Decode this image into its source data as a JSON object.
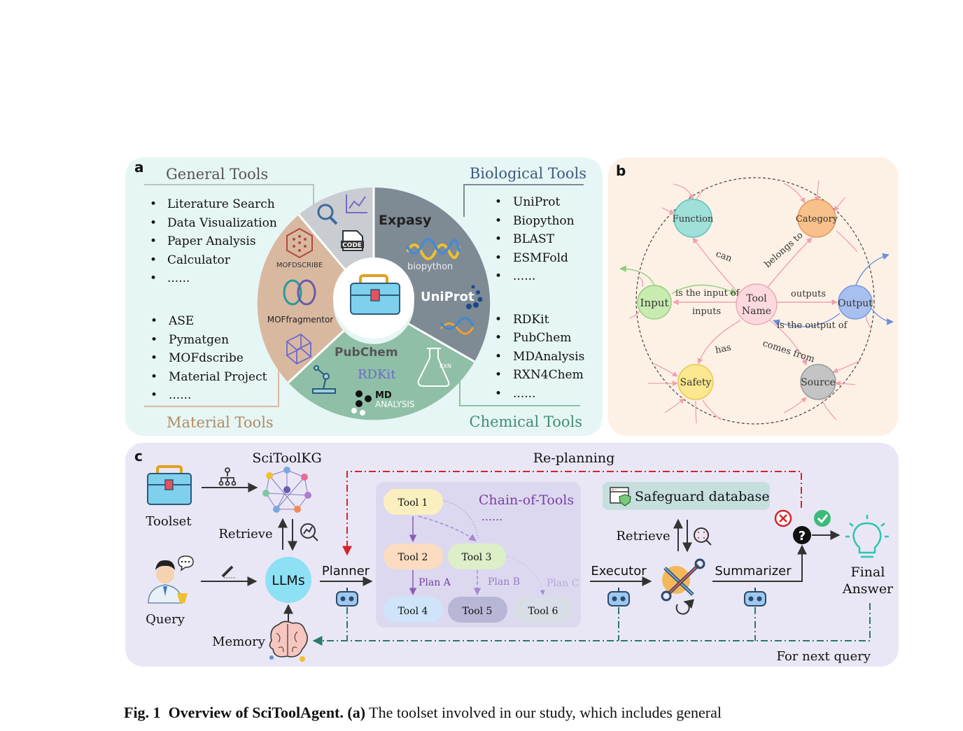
{
  "panel_a": {
    "label": "a",
    "general": {
      "title": "General Tools",
      "items": [
        "Literature Search",
        "Data Visualization",
        "Paper Analysis",
        "Calculator",
        "......"
      ]
    },
    "material": {
      "title": "Material Tools",
      "items": [
        "ASE",
        "Pymatgen",
        "MOFdscribe",
        "Material Project",
        "......"
      ]
    },
    "biological": {
      "title": "Biological Tools",
      "items": [
        "UniProt",
        "Biopython",
        "BLAST",
        "ESMFold",
        "......"
      ]
    },
    "chemical": {
      "title": "Chemical Tools",
      "items": [
        "RDKit",
        "PubChem",
        "MDAnalysis",
        "RXN4Chem",
        "......"
      ]
    },
    "logos": {
      "code": "CODE",
      "mofdscribe": "MOFDSCRIBE",
      "mofragmentor": "MOFfragmentor",
      "expasy": "Expasy",
      "biopython": "biopython",
      "uniprot": "UniProt",
      "pubchem": "PubChem",
      "rdkit": "RDKit",
      "md": "MD",
      "analysis": "ANALYSIS",
      "rxn": "RXN"
    }
  },
  "panel_b": {
    "label": "b",
    "nodes": {
      "function": "Function",
      "category": "Category",
      "input": "Input",
      "tool_name_1": "Tool",
      "tool_name_2": "Name",
      "output": "Output",
      "safety": "Safety",
      "source": "Source"
    },
    "edges": {
      "can": "can",
      "belongs_to": "belongs to",
      "is_input_of": "is the input of",
      "inputs": "inputs",
      "outputs": "outputs",
      "is_output_of": "is the output of",
      "has": "has",
      "comes_from": "comes from"
    }
  },
  "panel_c": {
    "label": "c",
    "toolset": "Toolset",
    "scitoolkg": "SciToolKG",
    "retrieve_1": "Retrieve",
    "query": "Query",
    "llms": "LLMs",
    "memory": "Memory",
    "planner": "Planner",
    "replanning": "Re-planning",
    "chain_title": "Chain-of-Tools",
    "chain_dots": "......",
    "tools": [
      "Tool 1",
      "Tool 2",
      "Tool 3",
      "Tool 4",
      "Tool 5",
      "Tool 6"
    ],
    "plans": [
      "Plan A",
      "Plan B",
      "Plan C"
    ],
    "safeguard": "Safeguard database",
    "retrieve_2": "Retrieve",
    "executor": "Executor",
    "summarizer": "Summarizer",
    "final_1": "Final",
    "final_2": "Answer",
    "next_query": "For next query"
  },
  "caption": {
    "fig": "Fig. 1",
    "title": "Overview of SciToolAgent.",
    "part": "(a)",
    "text": "The toolset involved in our study, which includes general"
  },
  "colors": {
    "panel_a_bg": "#e6f6f4",
    "panel_b_bg": "#fdf1e6",
    "panel_c_bg": "#e9e7f5",
    "general_ring": "#c9cdd1",
    "bio_ring": "#7e8a94",
    "material_ring": "#d9b8a0",
    "chemical_ring": "#8fbfa6",
    "material_title": "#b18a66",
    "bio_title": "#3d5a80",
    "chemical_title": "#3f8f6f",
    "chain_purple": "#7a3fa0",
    "replan_red": "#d8222a",
    "teal_dash": "#2a7a6a"
  }
}
